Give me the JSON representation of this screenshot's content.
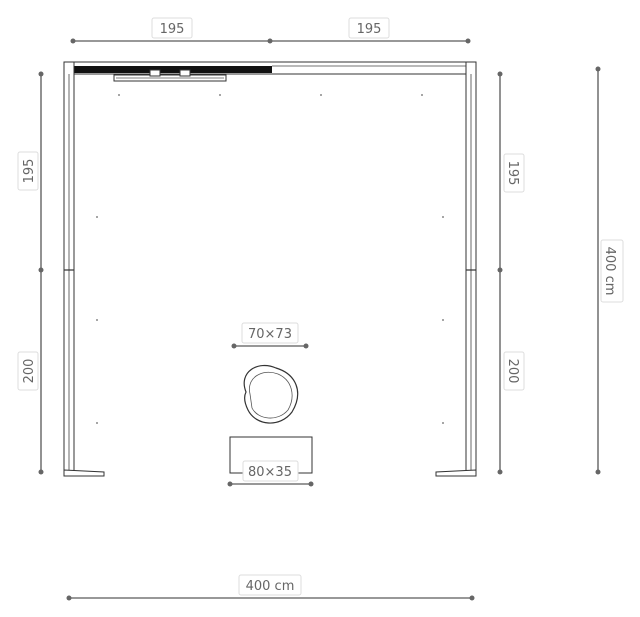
{
  "dimensions": {
    "top_left": "195",
    "top_right": "195",
    "left_upper": "195",
    "left_lower": "200",
    "right_upper": "195",
    "right_lower": "200",
    "right_total": "400 cm",
    "bottom_total": "400 cm"
  },
  "furniture": {
    "chair_size": "70×73",
    "table_size": "80×35"
  },
  "colors": {
    "dimension": "#777777",
    "wall": "#333333",
    "fill": "#111111"
  }
}
